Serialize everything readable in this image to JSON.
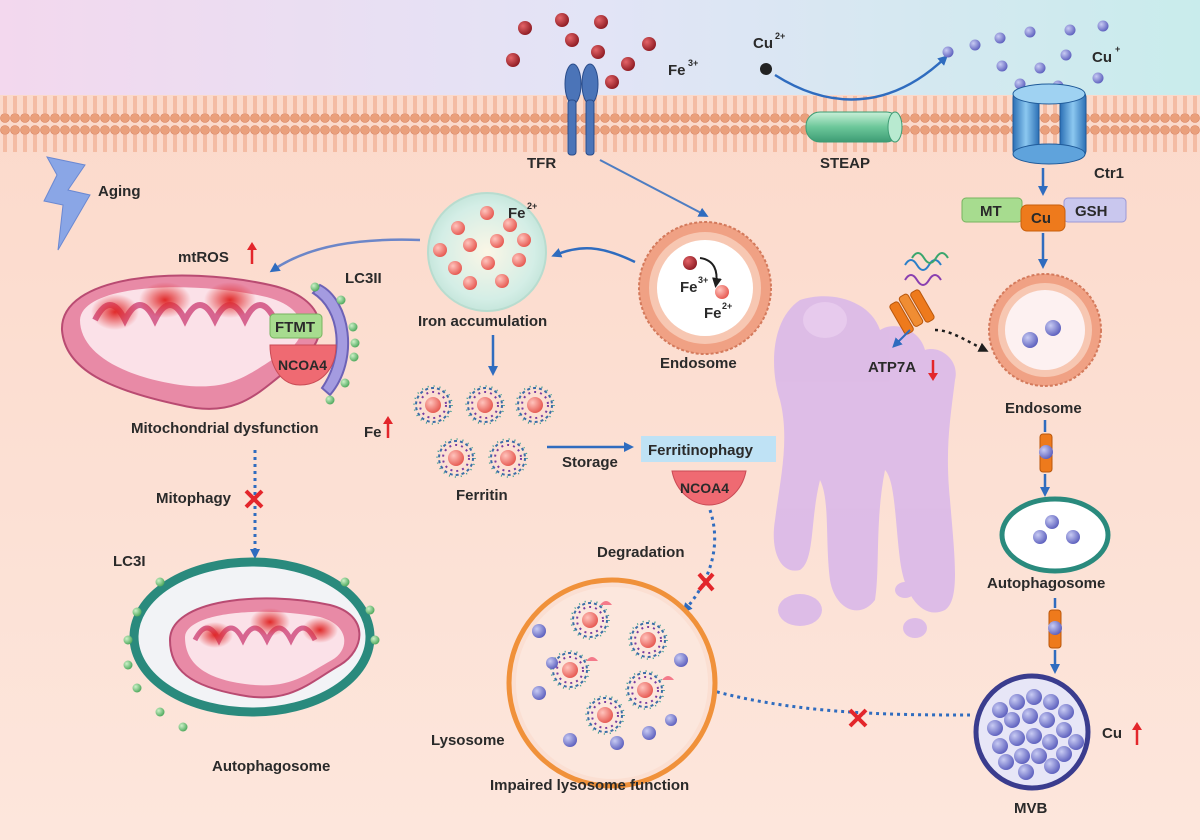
{
  "labels": {
    "fe3_outside": "Fe",
    "fe3_outside_sup": "3+",
    "cu2": "Cu",
    "cu2_sup": "2+",
    "cu_plus": "Cu",
    "cu_plus_sup": "+",
    "tfr": "TFR",
    "steap": "STEAP",
    "ctr1": "Ctr1",
    "aging": "Aging",
    "mtros": "mtROS",
    "lc3ii": "LC3II",
    "ftmt": "FTMT",
    "ncoa4_mito": "NCOA4",
    "mito_dysfunction": "Mitochondrial dysfunction",
    "fe_up": "Fe",
    "mitophagy": "Mitophagy",
    "lc3i": "LC3I",
    "autophagosome_left": "Autophagosome",
    "fe2_cell": "Fe",
    "fe2_cell_sup": "2+",
    "iron_accumulation": "Iron accumulation",
    "ferritin": "Ferritin",
    "storage": "Storage",
    "ferritinophagy": "Ferritinophagy",
    "ncoa4_center": "NCOA4",
    "degradation": "Degradation",
    "lysosome": "Lysosome",
    "impaired_lysosome": "Impaired lysosome function",
    "endo_fe3": "Fe",
    "endo_fe3_sup": "3+",
    "endo_fe2": "Fe",
    "endo_fe2_sup": "2+",
    "endosome_center": "Endosome",
    "mt": "MT",
    "cu_box": "Cu",
    "gsh": "GSH",
    "atp7a": "ATP7A",
    "endosome_right": "Endosome",
    "autophagosome_right": "Autophagosome",
    "cu_up": "Cu",
    "mvb": "MVB"
  },
  "colors": {
    "membrane": "#e8a27e",
    "iron_outside": "#a8242b",
    "copper": "#7b7ed0",
    "arrow_blue": "#2f6cbf",
    "inhibit_red": "#e3262b",
    "lysosome_ring": "#f0913a",
    "autophagosome_ring": "#2a8a7d",
    "golgi": "#d9b8e6"
  },
  "icons": [
    "lightning-icon",
    "up-arrow-icon",
    "down-arrow-icon",
    "cross-inhibit-icon"
  ]
}
